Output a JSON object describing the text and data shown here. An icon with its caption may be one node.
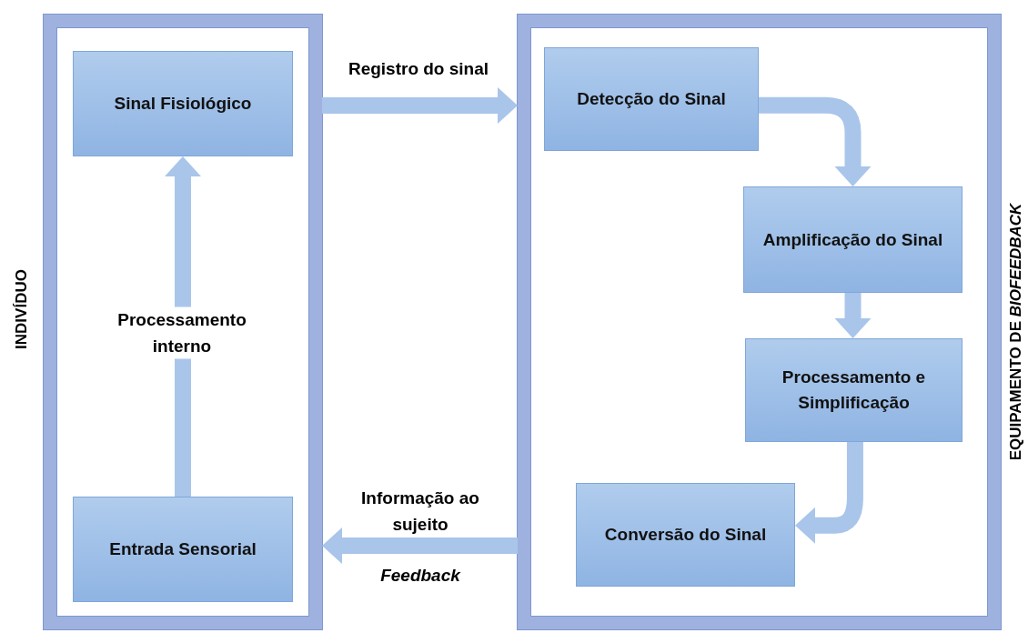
{
  "diagram": {
    "nodes": [
      {
        "text": [
          "INDIVÍDUO"
        ]
      },
      {
        "text": [
          "Sinal Fisiológico"
        ],
        "in": 0
      },
      {
        "text": [
          "Entrada Sensorial"
        ],
        "in": 0
      },
      {
        "text": [
          "EQUIPAMENTO DE *BIOFEEDBACK*"
        ]
      },
      {
        "text": [
          "Detecção do Sinal"
        ],
        "in": 3
      },
      {
        "text": [
          "Amplificação do Sinal"
        ],
        "in": 3
      },
      {
        "text": [
          "Processamento e Simplificação"
        ],
        "in": 3
      },
      {
        "text": [
          "Conversão do Sinal"
        ],
        "in": 3
      }
    ],
    "edges": [
      {
        "from": 2,
        "to": 1,
        "arrow": "to",
        "label": "Processamento interno"
      },
      {
        "from": 0,
        "to": 3,
        "arrow": "to",
        "label": "Registro do sinal"
      },
      {
        "from": 4,
        "to": 5,
        "arrow": "to"
      },
      {
        "from": 5,
        "to": 6,
        "arrow": "to"
      },
      {
        "from": 6,
        "to": 7,
        "arrow": "to"
      },
      {
        "from": 3,
        "to": 0,
        "arrow": "to",
        "label": "Informação ao sujeito"
      }
    ],
    "labels": [
      "Feedback"
    ]
  }
}
